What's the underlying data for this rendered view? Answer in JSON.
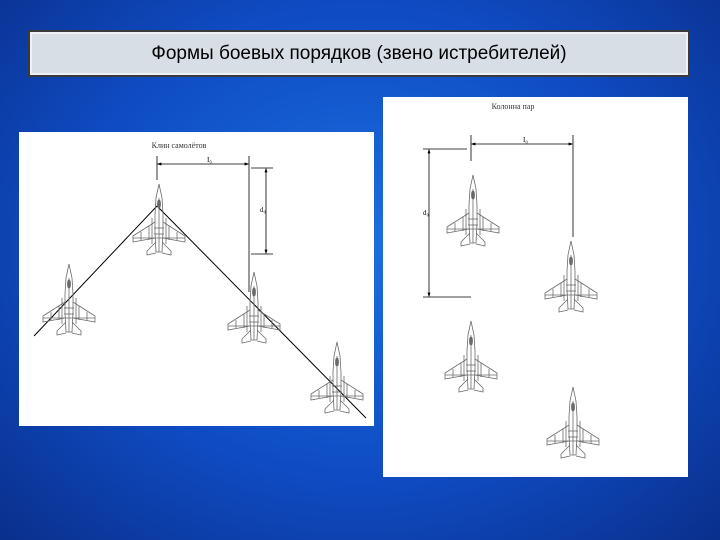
{
  "slide": {
    "title": "Формы боевых порядков (звено истребителей)"
  },
  "left_figure": {
    "caption": "Клин самолётов",
    "interval_label": "I₀",
    "distance_label": "d₀"
  },
  "right_figure": {
    "caption": "Колонна пар",
    "interval_label": "I₀",
    "distance_label": "d₀"
  },
  "colors": {
    "background": "#0f4cc4",
    "title_box": "#d7dee6"
  },
  "icons": [
    "fighter-jet-icon"
  ]
}
